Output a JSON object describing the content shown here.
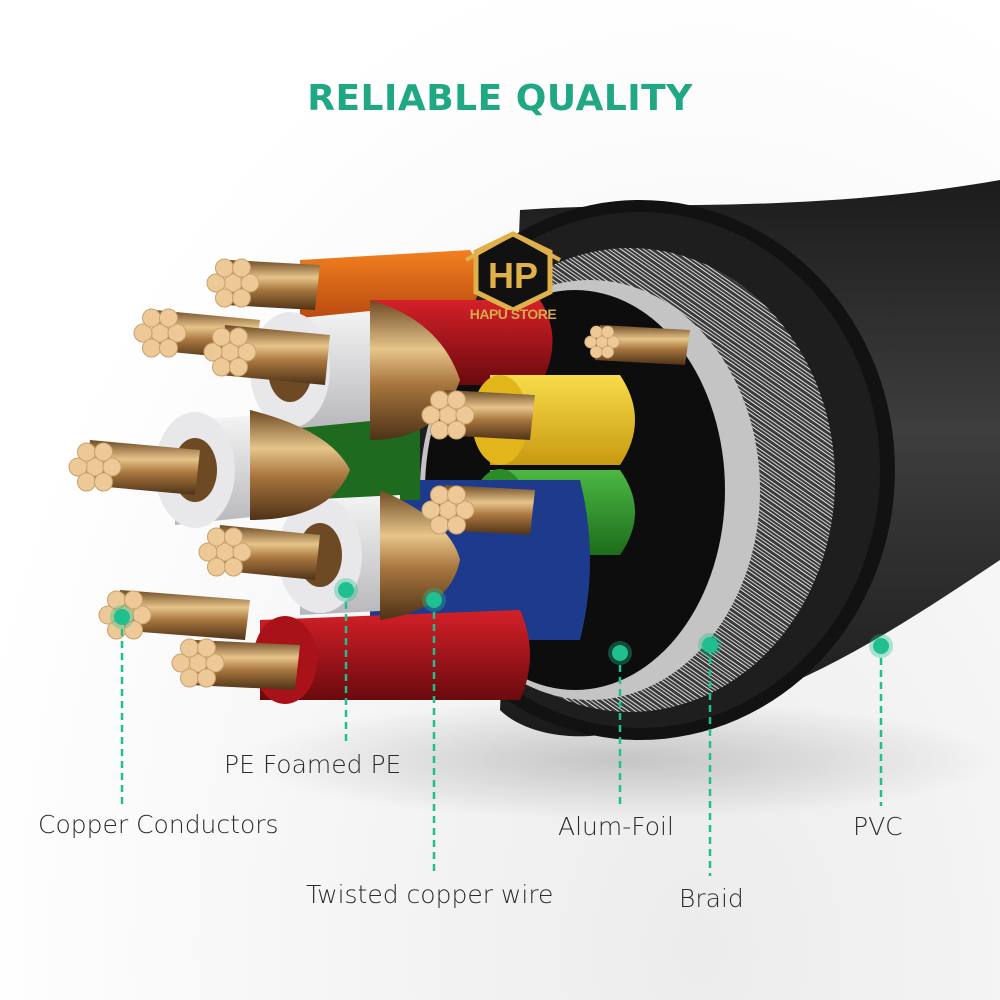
{
  "title": "RELIABLE QUALITY",
  "watermark": {
    "monogram": "HP",
    "brand": "HAPU STORE"
  },
  "accent_color": "#1fbf8f",
  "title_color": "#1fa883",
  "callouts": [
    {
      "id": "copper-conductors",
      "label": "Copper Conductors"
    },
    {
      "id": "pe-foamed-pe",
      "label": "PE Foamed PE"
    },
    {
      "id": "twisted-copper-wire",
      "label": "Twisted copper wire"
    },
    {
      "id": "alum-foil",
      "label": "Alum-Foil"
    },
    {
      "id": "braid",
      "label": "Braid"
    },
    {
      "id": "pvc",
      "label": "PVC"
    }
  ],
  "wire_colors": {
    "orange": "#e8661c",
    "red": "#c8141b",
    "yellow": "#f2c81a",
    "green": "#2e9a2a",
    "blue": "#1d3a8c",
    "white_insulation": "#e4e4e6",
    "copper": "#c89a5a",
    "copper_end": "#ecc996",
    "jacket": "#2a2a2a",
    "foil": "#bdbdbd"
  }
}
